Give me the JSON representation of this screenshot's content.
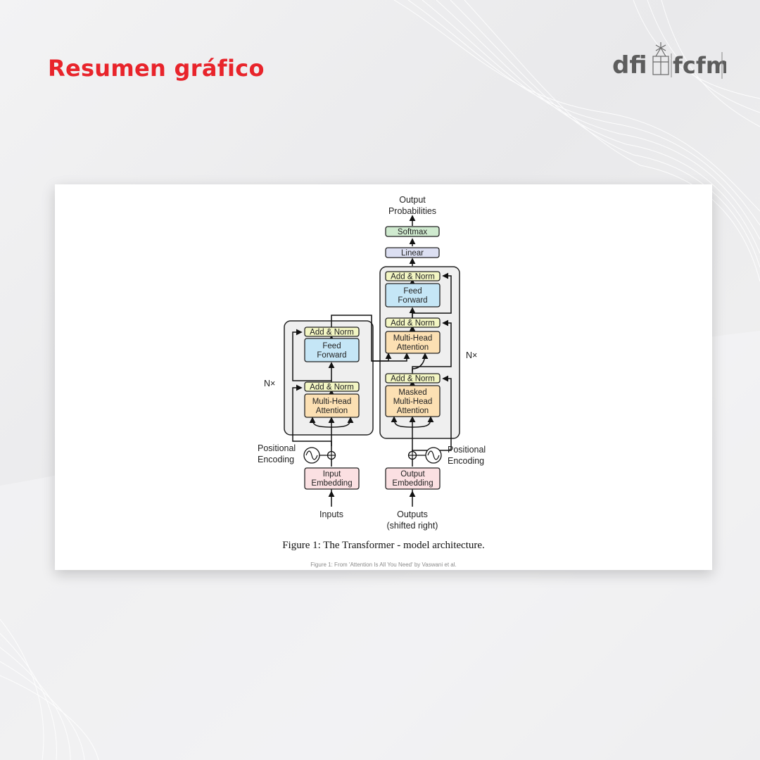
{
  "header": {
    "title": "Resumen gráfico",
    "title_color": "#e8242b"
  },
  "logo": {
    "text_left": "dfi",
    "text_right": "fcfm",
    "dfi_color": "#5d5d5d",
    "accent_color": "#d7262e"
  },
  "diagram": {
    "output_probabilities": [
      "Output",
      "Probabilities"
    ],
    "softmax": "Softmax",
    "linear": "Linear",
    "add_norm": "Add & Norm",
    "feed_forward": [
      "Feed",
      "Forward"
    ],
    "multi_head_attention": [
      "Multi-Head",
      "Attention"
    ],
    "masked_multi_head_attention": [
      "Masked",
      "Multi-Head",
      "Attention"
    ],
    "nx": "N×",
    "positional_encoding": [
      "Positional",
      "Encoding"
    ],
    "input_embedding": [
      "Input",
      "Embedding"
    ],
    "output_embedding": [
      "Output",
      "Embedding"
    ],
    "inputs": "Inputs",
    "outputs": [
      "Outputs",
      "(shifted right)"
    ],
    "colors": {
      "add_norm": "#f3f6c3",
      "feed_forward": "#c5e6f6",
      "attention": "#fce0b3",
      "embedding": "#fbe0e2",
      "softmax": "#cfeacf",
      "linear": "#dcdff2",
      "stack_bg": "#efefef"
    }
  },
  "caption": "Figure 1: The Transformer - model architecture.",
  "credit": "Figure 1: From 'Attention Is All You Need' by Vaswani et al."
}
